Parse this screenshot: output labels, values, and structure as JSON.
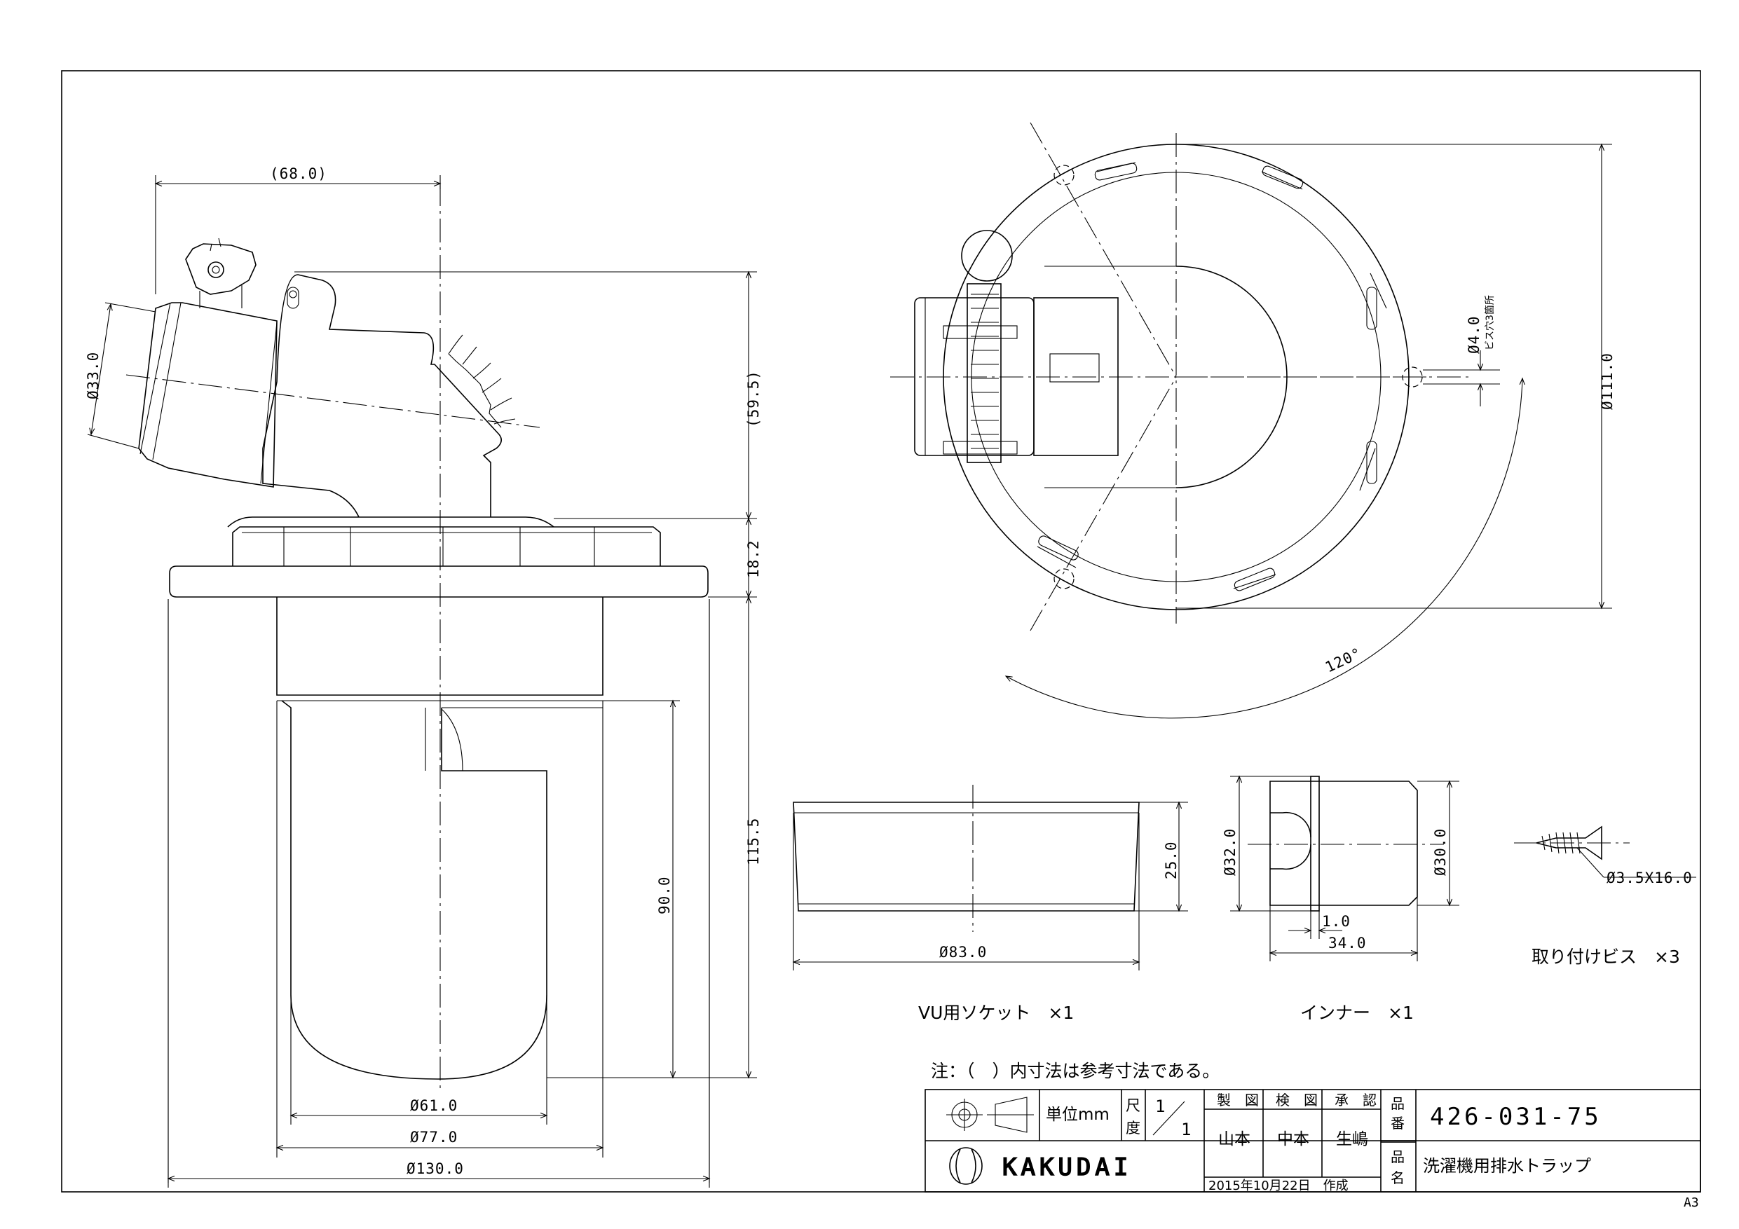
{
  "dimensions": {
    "d68": "(68.0)",
    "d33": "Ø33.0",
    "d595": "(59.5)",
    "d182": "18.2",
    "d1155": "115.5",
    "d90": "90.0",
    "d61": "Ø61.0",
    "d77": "Ø77.0",
    "d130": "Ø130.0",
    "d111": "Ø111.0",
    "d4": "Ø4.0",
    "screw_note": "ビス穴3箇所",
    "angle": "120°",
    "d25": "25.0",
    "d83": "Ø83.0",
    "d32": "Ø32.0",
    "d30": "Ø30.0",
    "d1": "1.0",
    "d34": "34.0",
    "screw_size": "Ø3.5X16.0"
  },
  "parts": {
    "socket_label": "VU用ソケット　×1",
    "inner_label": "インナー　×1",
    "screw_label": "取り付けビス　×3"
  },
  "note": "注：（　）内寸法は参考寸法である。",
  "title_block": {
    "unit_label": "単位mm",
    "scale_label_1": "尺",
    "scale_label_2": "度",
    "scale_num": "1",
    "scale_den": "1",
    "h_drawn": "製　図",
    "h_checked": "検　図",
    "h_approved": "承　認",
    "drawn_by": "山本",
    "checked_by": "中本",
    "approved_by": "生嶋",
    "part_no_label_1": "品",
    "part_no_label_2": "番",
    "part_name_label_1": "品",
    "part_name_label_2": "名",
    "part_number": "426-031-75",
    "part_name": "洗濯機用排水トラップ",
    "date": "2015年10月22日　作成",
    "brand": "KAKUDAI"
  },
  "paper_size": "A3"
}
